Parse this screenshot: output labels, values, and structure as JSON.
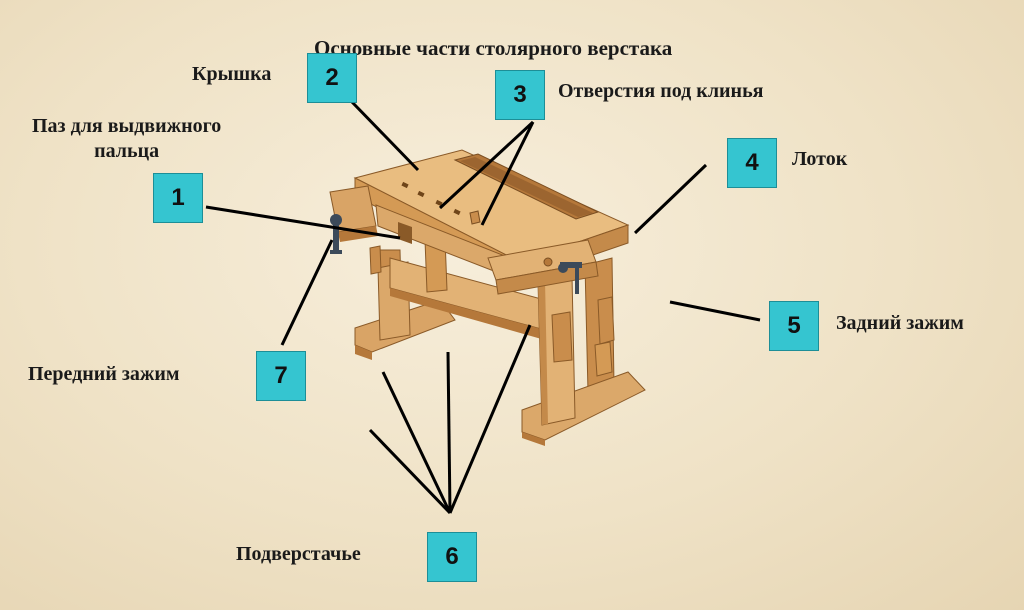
{
  "title": "Основные части столярного верстака",
  "parts": [
    {
      "number": "1",
      "label": "Паз для выдвижного\nпальца"
    },
    {
      "number": "2",
      "label": "Крышка"
    },
    {
      "number": "3",
      "label": "Отверстия под клинья"
    },
    {
      "number": "4",
      "label": "Лоток"
    },
    {
      "number": "5",
      "label": "Задний зажим"
    },
    {
      "number": "6",
      "label": "Подверстачье"
    },
    {
      "number": "7",
      "label": "Передний зажим"
    }
  ],
  "colors": {
    "badge": "#35c5d0",
    "wood_light": "#e7b879",
    "wood_mid": "#d49a55",
    "wood_dark": "#b5783a",
    "leader_line": "#000000"
  }
}
